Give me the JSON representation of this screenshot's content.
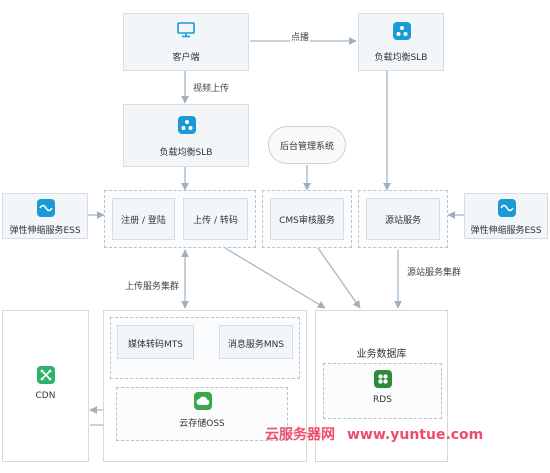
{
  "nodes": {
    "client": "客户端",
    "slb_top": "负载均衡SLB",
    "slb_mid": "负载均衡SLB",
    "backend": "后台管理系统",
    "ess_left": "弹性伸缩服务ESS",
    "register": "注册 / 登陆",
    "upload": "上传 / 转码",
    "cms": "CMS审核服务",
    "origin": "源站服务",
    "ess_right": "弹性伸缩服务ESS",
    "cdn": "CDN",
    "mts": "媒体转码MTS",
    "mns": "消息服务MNS",
    "oss": "云存储OSS",
    "db_title": "业务数据库",
    "rds": "RDS"
  },
  "edges": {
    "play": "点播",
    "video_upload": "视频上传",
    "upload_cluster": "上传服务集群",
    "origin_cluster": "源站服务集群"
  },
  "watermark": {
    "cn": "云服务器网",
    "url": "www.yuntue.com"
  },
  "colors": {
    "icon_blue": "#1a9bd7",
    "cdn_green": "#2db36b",
    "rds_green": "#2e8b3a",
    "oss_green": "#3aa84a",
    "watermark": "#ee4d6a"
  }
}
